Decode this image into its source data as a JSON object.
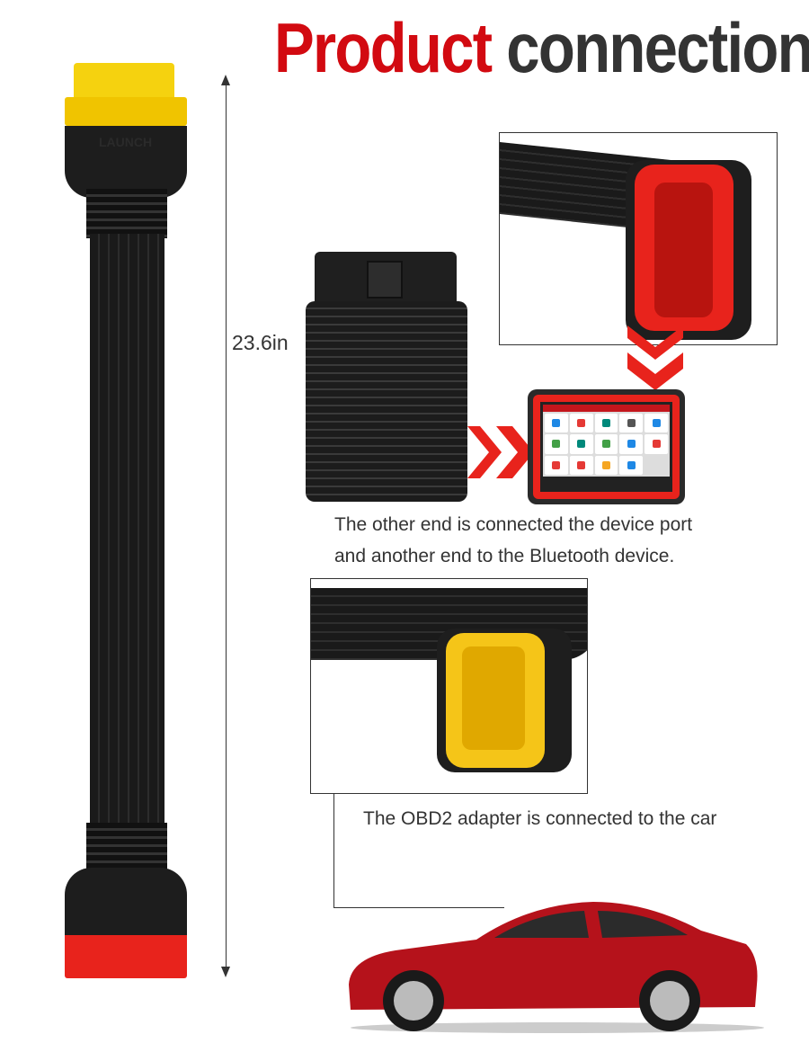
{
  "title": {
    "word1": "Product",
    "word2": "connection"
  },
  "length_label": "23.6in",
  "captions": {
    "device_line1": "The other end is connected the device port",
    "device_line2": "and another end to the Bluetooth device.",
    "car": "The OBD2  adapter is connected to the car"
  },
  "cable_brand": "LAUNCH",
  "colors": {
    "title_red": "#d20a11",
    "title_dark": "#333333",
    "connector_yellow": "#f5d20f",
    "connector_red": "#e8231c",
    "car_red": "#b5121b"
  },
  "tablet_tiles": [
    "#1e88e5",
    "#e53935",
    "#00897b",
    "#555555",
    "#1e88e5",
    "#43a047",
    "#00897b",
    "#43a047",
    "#1e88e5",
    "#e53935",
    "#e53935",
    "#e53935",
    "#f5a623",
    "#1e88e5"
  ]
}
